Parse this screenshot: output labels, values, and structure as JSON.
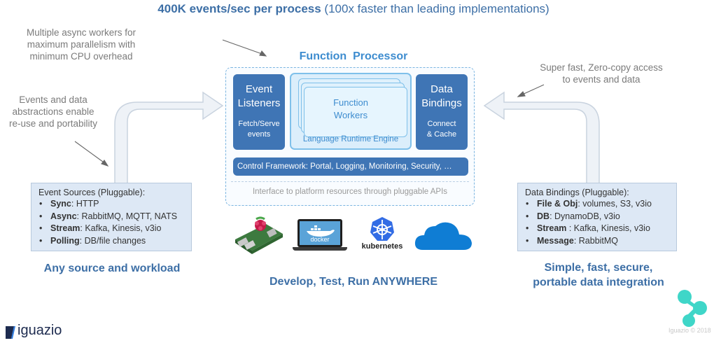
{
  "header": {
    "bold": "400K events/sec per process",
    "rest": " (100x faster than leading implementations)"
  },
  "notes": {
    "async_workers": [
      "Multiple async workers for",
      "maximum parallelism with",
      "minimum CPU overhead"
    ],
    "abstractions": [
      "Events and data",
      "abstractions enable",
      "re-use and portability"
    ],
    "zero_copy": [
      "Super fast, Zero-copy access",
      "to events and data"
    ]
  },
  "processor": {
    "title": "Function  Processor",
    "listeners": {
      "title_1": "Event",
      "title_2": "Listeners",
      "sub_1": "Fetch/Serve",
      "sub_2": "events"
    },
    "workers": {
      "line_1": "Function",
      "line_2": "Workers"
    },
    "runtime": "Language Runtime Engine",
    "bindings": {
      "title_1": "Data",
      "title_2": "Bindings",
      "sub_1": "Connect",
      "sub_2": "& Cache"
    },
    "control": "Control Framework: Portal, Logging, Monitoring, Security, …",
    "interface": "Interface to platform resources through pluggable APIs"
  },
  "sources": {
    "title": "Event Sources (Pluggable):",
    "items": [
      {
        "key": "Sync",
        "value": ": HTTP"
      },
      {
        "key": "Async",
        "value": ": RabbitMQ, MQTT, NATS"
      },
      {
        "key": "Stream",
        "value": ": Kafka, Kinesis, v3io"
      },
      {
        "key": "Polling",
        "value": ": DB/file changes"
      }
    ],
    "caption": "Any source and workload"
  },
  "data_bindings": {
    "title": "Data Bindings (Pluggable):",
    "items": [
      {
        "key": "File & Obj",
        "value": ": volumes, S3, v3io"
      },
      {
        "key": "DB",
        "value": ": DynamoDB, v3io"
      },
      {
        "key": "Stream",
        "value": " : Kafka, Kinesis, v3io"
      },
      {
        "key": "Message",
        "value": ": RabbitMQ"
      }
    ],
    "caption_1": "Simple, fast, secure,",
    "caption_2": "portable data integration"
  },
  "platforms": {
    "docker_label": "docker",
    "kubernetes_label": "kubernetes",
    "caption": "Develop, Test, Run ANYWHERE"
  },
  "footer": {
    "logo_text": "iguazio",
    "copyright": "Iguazio © 2018"
  },
  "colors": {
    "title_blue": "#3d6fa6",
    "box_blue": "#3f75b5",
    "light_blue": "#7fc0ea",
    "panel_fill": "#dde8f5",
    "accent_teal": "#3fd6c8"
  },
  "icons": [
    "raspberry-pi-icon",
    "docker-laptop-icon",
    "kubernetes-icon",
    "cloud-icon",
    "iguazio-logo-icon",
    "teal-decor-icon"
  ]
}
